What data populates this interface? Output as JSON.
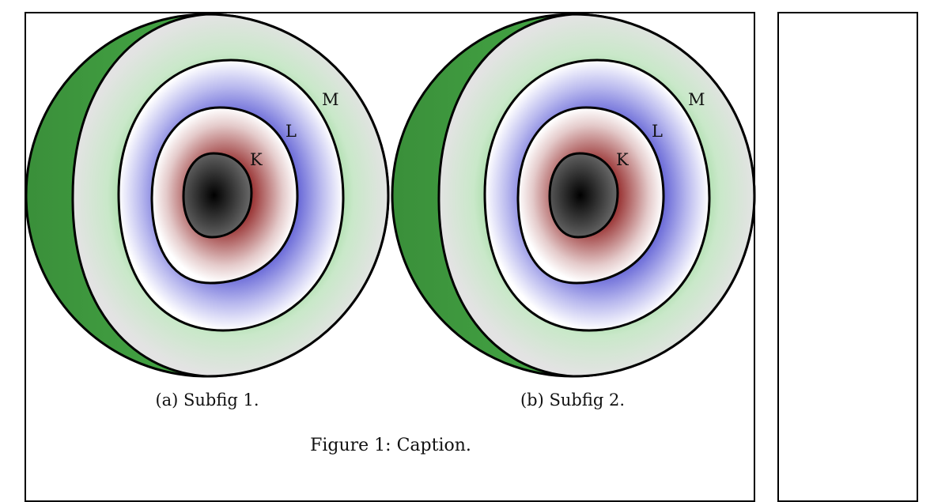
{
  "figure": {
    "caption": "Figure 1: Caption.",
    "subfigures": [
      {
        "caption": "(a) Subfig 1.",
        "labels": {
          "k": "K",
          "l": "L",
          "m": "M"
        }
      },
      {
        "caption": "(b) Subfig 2.",
        "labels": {
          "k": "K",
          "l": "L",
          "m": "M"
        }
      }
    ]
  },
  "colors": {
    "outer_crust": "#2f9a3a",
    "m_shell": "#e2e2e2",
    "m_glow": "#8fd08f",
    "l_shell": "#5a5ad6",
    "k_shell": "#a04040",
    "core": "#000000"
  }
}
